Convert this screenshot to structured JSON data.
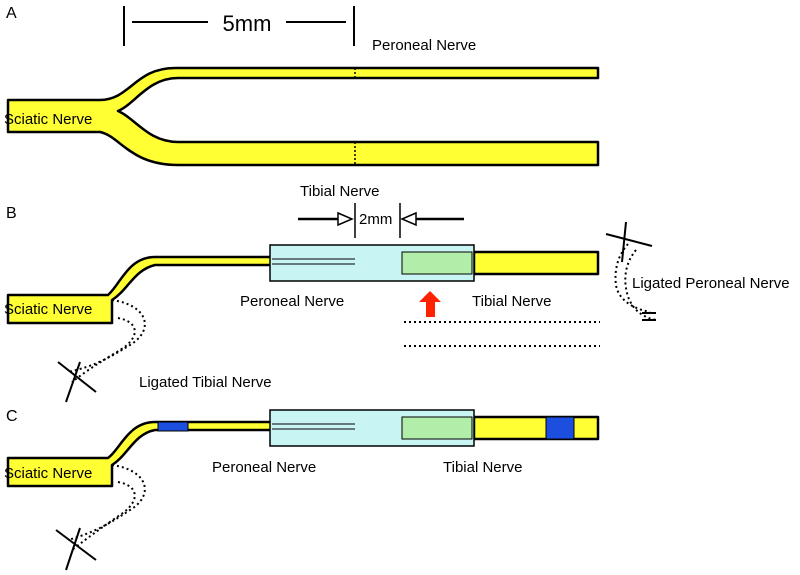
{
  "panels": {
    "a": "A",
    "b": "B",
    "c": "C"
  },
  "panel_a": {
    "scale_label": "5mm",
    "sciatic": "Sciatic Nerve",
    "peroneal": "Peroneal Nerve"
  },
  "panel_b": {
    "tibial_top": "Tibial Nerve",
    "gap": "2mm",
    "sciatic": "Sciatic Nerve",
    "peroneal": "Peroneal Nerve",
    "tibial": "Tibial Nerve",
    "ligated_peroneal": "Ligated Peroneal Nerve",
    "ligated_tibial": "Ligated Tibial Nerve"
  },
  "panel_c": {
    "sciatic": "Sciatic Nerve",
    "peroneal": "Peroneal Nerve",
    "tibial": "Tibial Nerve"
  },
  "colors": {
    "nerve": "#ffff33",
    "conduit": "#c8f4f4",
    "graft": "#b2eeaa",
    "arrow": "#ff2200",
    "marker": "#1c4fe0"
  }
}
